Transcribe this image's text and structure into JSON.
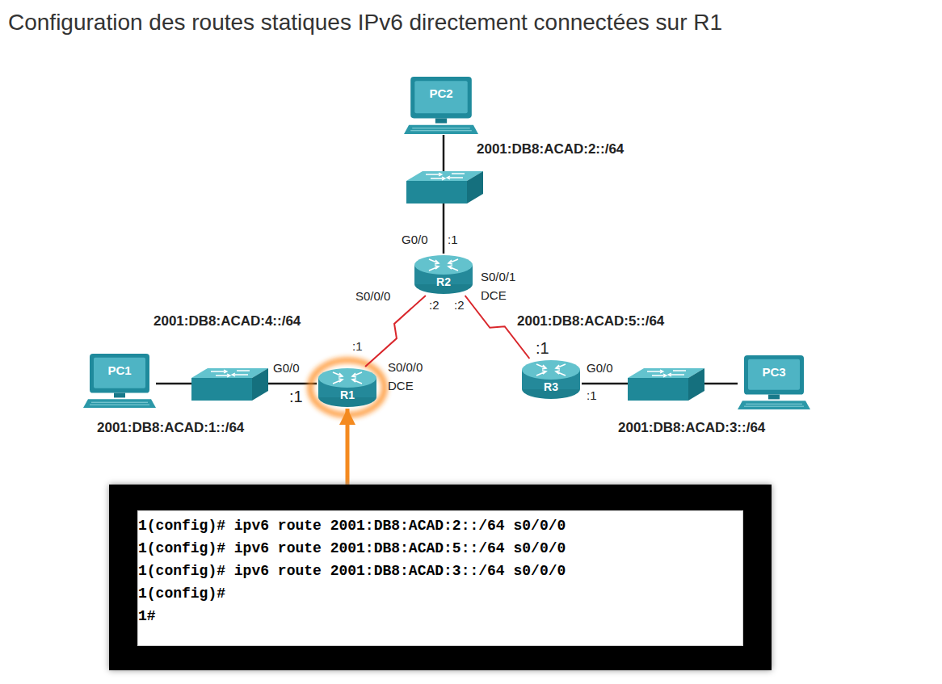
{
  "diagram": {
    "title": "Configuration des routes statiques IPv6 directement connectées sur R1",
    "nodes": [
      {
        "text": [
          "PC2"
        ]
      },
      {
        "text": [
          "R2"
        ]
      },
      {
        "text": [
          "PC1"
        ]
      },
      {
        "text": [
          "R1"
        ]
      },
      {
        "text": [
          "R3"
        ]
      },
      {
        "text": [
          "PC3"
        ]
      },
      {
        "text": [
          "1(config)# ipv6 route 2001:DB8:ACAD:2::/64 s0/0/0",
          "1(config)# ipv6 route 2001:DB8:ACAD:5::/64 s0/0/0",
          "1(config)# ipv6 route 2001:DB8:ACAD:3::/64 s0/0/0",
          "1(config)#",
          "1#"
        ]
      }
    ],
    "edges": [
      {
        "from": 3,
        "to": 1,
        "arrow": "none"
      },
      {
        "from": 1,
        "to": 4,
        "arrow": "none"
      },
      {
        "from": 6,
        "to": 3,
        "arrow": "to"
      }
    ],
    "labels": [
      "2001:DB8:ACAD:2::/64",
      "G0/0",
      ":1",
      "S0/0/0",
      ":2",
      ":2",
      "S0/0/1",
      "DCE",
      "2001:DB8:ACAD:4::/64",
      "2001:DB8:ACAD:5::/64",
      ":1",
      "S0/0/0",
      "DCE",
      "G0/0",
      ":1",
      ":1",
      "G0/0",
      ":1",
      "2001:DB8:ACAD:1::/64",
      "2001:DB8:ACAD:3::/64"
    ]
  }
}
